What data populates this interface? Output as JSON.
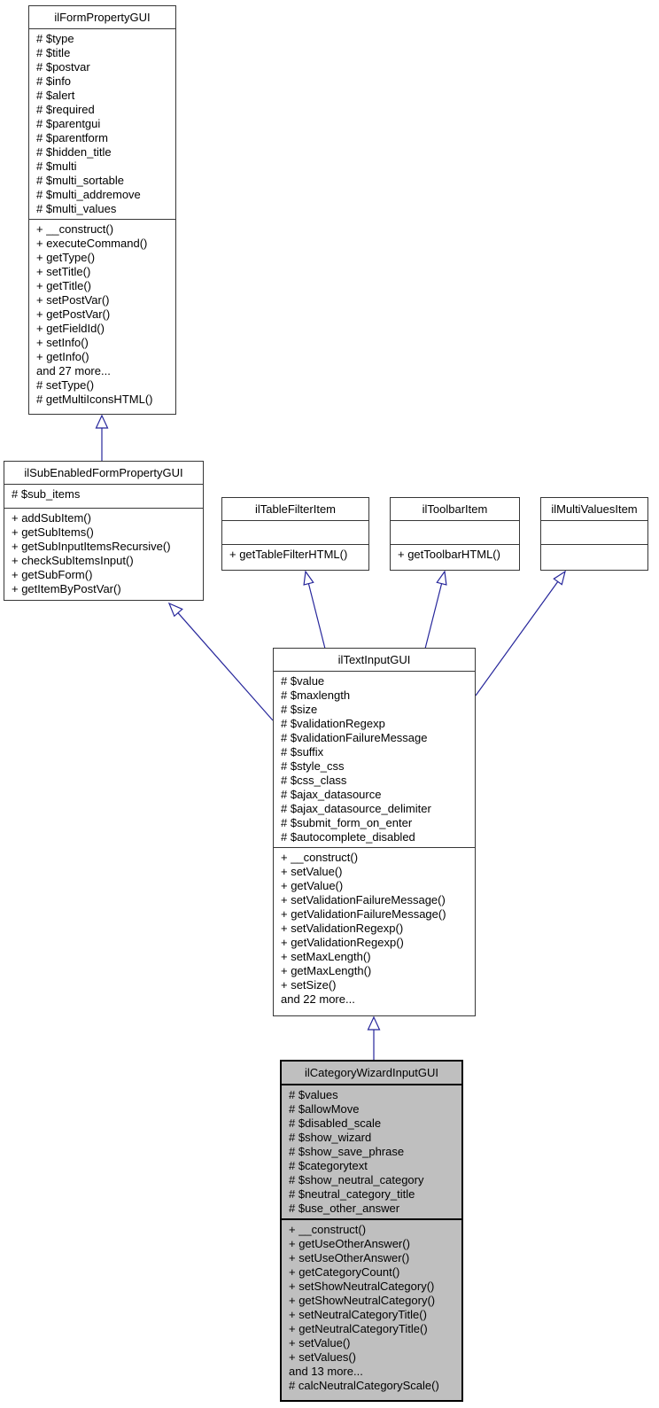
{
  "diagram": {
    "kind": "uml-class-inheritance-graph",
    "colors": {
      "background": "#ffffff",
      "box_border": "#373737",
      "edge": "#26269b",
      "highlight_fill": "#bfbfbf",
      "highlight_border": "#000000"
    },
    "classes": [
      {
        "title": "ilFormPropertyGUI",
        "attributes": [
          "# $type",
          "# $title",
          "# $postvar",
          "# $info",
          "# $alert",
          "# $required",
          "# $parentgui",
          "# $parentform",
          "# $hidden_title",
          "# $multi",
          "# $multi_sortable",
          "# $multi_addremove",
          "# $multi_values"
        ],
        "methods": [
          "+ __construct()",
          "+ executeCommand()",
          "+ getType()",
          "+ setTitle()",
          "+ getTitle()",
          "+ setPostVar()",
          "+ getPostVar()",
          "+ getFieldId()",
          "+ setInfo()",
          "+ getInfo()",
          "and 27 more...",
          "# setType()",
          "# getMultiIconsHTML()"
        ]
      },
      {
        "title": "ilSubEnabledFormPropertyGUI",
        "attributes": [
          "# $sub_items"
        ],
        "methods": [
          "+ addSubItem()",
          "+ getSubItems()",
          "+ getSubInputItemsRecursive()",
          "+ checkSubItemsInput()",
          "+ getSubForm()",
          "+ getItemByPostVar()"
        ]
      },
      {
        "title": "ilTableFilterItem",
        "attributes": [],
        "methods": [
          "+ getTableFilterHTML()"
        ]
      },
      {
        "title": "ilToolbarItem",
        "attributes": [],
        "methods": [
          "+ getToolbarHTML()"
        ]
      },
      {
        "title": "ilMultiValuesItem",
        "attributes": [],
        "methods": []
      },
      {
        "title": "ilTextInputGUI",
        "attributes": [
          "# $value",
          "# $maxlength",
          "# $size",
          "# $validationRegexp",
          "# $validationFailureMessage",
          "# $suffix",
          "# $style_css",
          "# $css_class",
          "# $ajax_datasource",
          "# $ajax_datasource_delimiter",
          "# $submit_form_on_enter",
          "# $autocomplete_disabled"
        ],
        "methods": [
          "+ __construct()",
          "+ setValue()",
          "+ getValue()",
          "+ setValidationFailureMessage()",
          "+ getValidationFailureMessage()",
          "+ setValidationRegexp()",
          "+ getValidationRegexp()",
          "+ setMaxLength()",
          "+ getMaxLength()",
          "+ setSize()",
          "and 22 more..."
        ]
      },
      {
        "title": "ilCategoryWizardInputGUI",
        "highlighted": true,
        "attributes": [
          "# $values",
          "# $allowMove",
          "# $disabled_scale",
          "# $show_wizard",
          "# $show_save_phrase",
          "# $categorytext",
          "# $show_neutral_category",
          "# $neutral_category_title",
          "# $use_other_answer"
        ],
        "methods": [
          "+ __construct()",
          "+ getUseOtherAnswer()",
          "+ setUseOtherAnswer()",
          "+ getCategoryCount()",
          "+ setShowNeutralCategory()",
          "+ getShowNeutralCategory()",
          "+ setNeutralCategoryTitle()",
          "+ getNeutralCategoryTitle()",
          "+ setValue()",
          "+ setValues()",
          "and 13 more...",
          "# calcNeutralCategoryScale()"
        ]
      }
    ],
    "edges": [
      {
        "from": "ilSubEnabledFormPropertyGUI",
        "to": "ilFormPropertyGUI",
        "type": "inheritance"
      },
      {
        "from": "ilTextInputGUI",
        "to": "ilSubEnabledFormPropertyGUI",
        "type": "inheritance"
      },
      {
        "from": "ilTextInputGUI",
        "to": "ilTableFilterItem",
        "type": "inheritance"
      },
      {
        "from": "ilTextInputGUI",
        "to": "ilToolbarItem",
        "type": "inheritance"
      },
      {
        "from": "ilTextInputGUI",
        "to": "ilMultiValuesItem",
        "type": "inheritance"
      },
      {
        "from": "ilCategoryWizardInputGUI",
        "to": "ilTextInputGUI",
        "type": "inheritance"
      }
    ]
  }
}
